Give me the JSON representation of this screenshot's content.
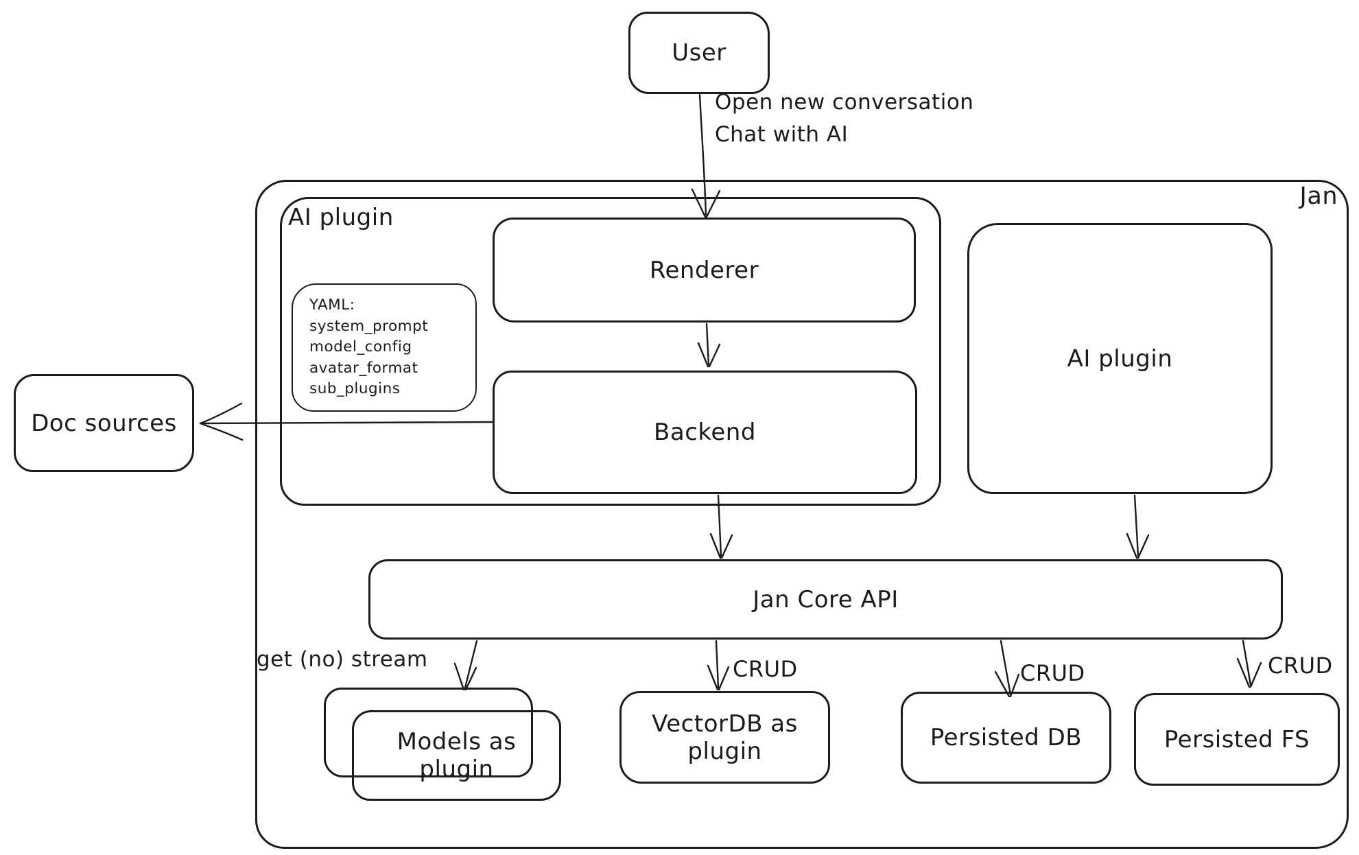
{
  "colors": {
    "ink": "#1b1b1b",
    "background": "#ffffff"
  },
  "nodes": {
    "user": "User",
    "jan_system": "Jan",
    "ai_plugin_container": "AI plugin",
    "renderer": "Renderer",
    "backend": "Backend",
    "yaml_note": {
      "title": "YAML:",
      "lines": [
        "system_prompt",
        "model_config",
        "avatar_format",
        "sub_plugins"
      ]
    },
    "doc_sources": "Doc sources",
    "ai_plugin": "AI plugin",
    "jan_core_api": "Jan Core API",
    "models_plugin": "Models as plugin",
    "vectordb_plugin": "VectorDB as plugin",
    "persisted_db": "Persisted DB",
    "persisted_fs": "Persisted FS"
  },
  "edges": {
    "user_to_renderer": {
      "label_line1": "Open new conversation",
      "label_line2": "Chat with AI"
    },
    "api_to_models": {
      "label": "get (no) stream"
    },
    "api_to_vectordb": {
      "label": "CRUD"
    },
    "api_to_persisted_db": {
      "label": "CRUD"
    },
    "api_to_persisted_fs": {
      "label": "CRUD"
    }
  }
}
